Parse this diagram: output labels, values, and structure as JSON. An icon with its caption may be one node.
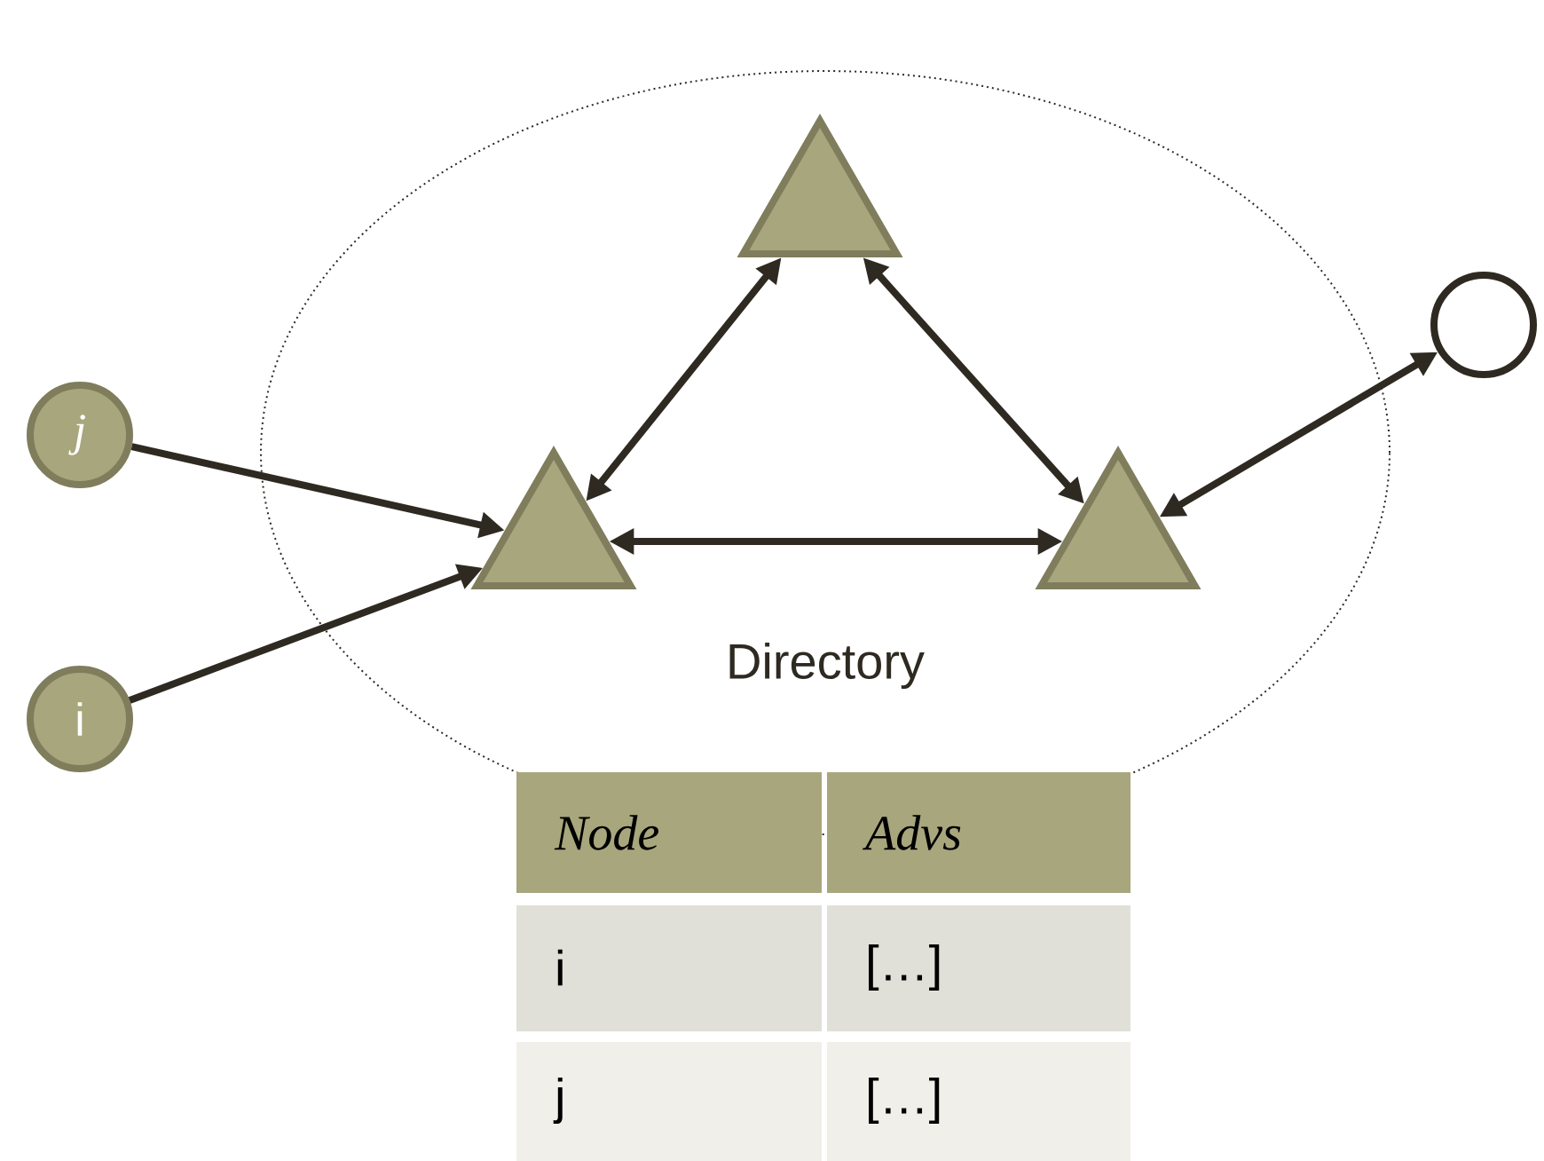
{
  "diagram": {
    "nodes": [
      {
        "text": [
          "Directory"
        ]
      },
      {
        "text": [],
        "shape": "triangle",
        "in": 0
      },
      {
        "text": [],
        "shape": "triangle",
        "in": 0
      },
      {
        "text": [],
        "shape": "triangle",
        "in": 0
      },
      {
        "text": [
          "j"
        ]
      },
      {
        "text": [
          "i"
        ]
      },
      {
        "text": [],
        "shape": "circle"
      }
    ],
    "edges": [
      {
        "from": 1,
        "to": 2,
        "arrow": "both"
      },
      {
        "from": 1,
        "to": 3,
        "arrow": "both"
      },
      {
        "from": 2,
        "to": 3,
        "arrow": "both"
      },
      {
        "from": 4,
        "to": 2,
        "arrow": "to"
      },
      {
        "from": 5,
        "to": 2,
        "arrow": "to"
      },
      {
        "from": 3,
        "to": 6,
        "arrow": "both"
      }
    ],
    "labels": [
      "Node",
      "Advs",
      "i",
      "[…]",
      "j",
      "[…]"
    ]
  }
}
